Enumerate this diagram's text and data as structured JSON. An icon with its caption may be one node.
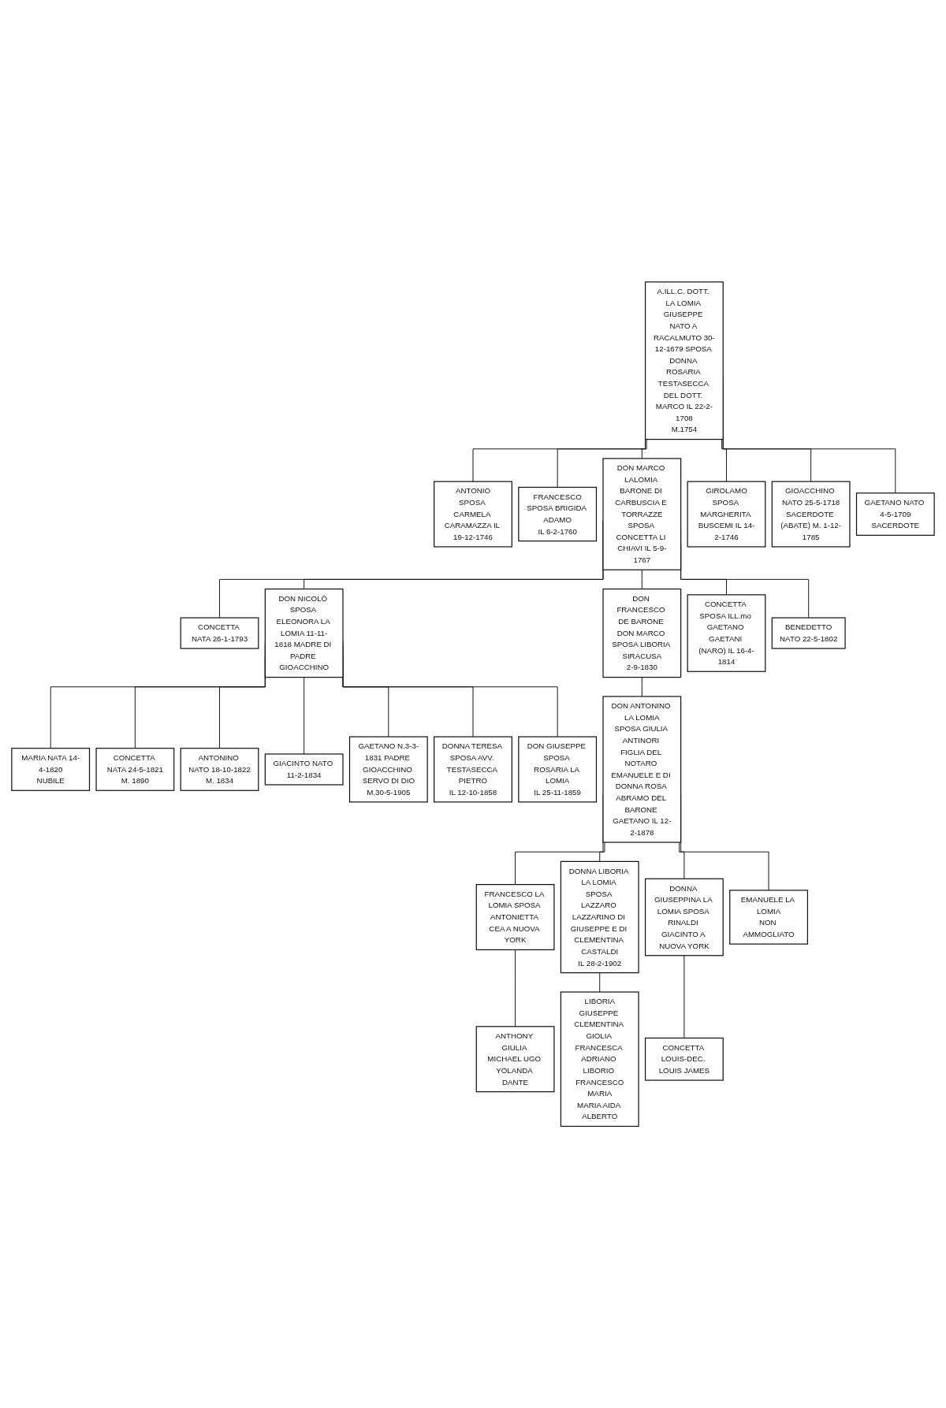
{
  "diagram": {
    "nodes": [
      {
        "text": [
          "A.ILL.C. DOTT. LA LOMIA GIUSEPPE NATO A RACALMUTO 30-12-1679 SPOSA DONNA ROSARIA TESTASECCA DEL DOTT. MARCO IL 22-2-1708",
          "M.1754"
        ]
      },
      {
        "text": [
          "ANTONIO",
          "SPOSA CARMELA CARAMAZZA IL 19-12-1746"
        ]
      },
      {
        "text": [
          "FRANCESCO",
          "SPOSA BRIGIDA ADAMO",
          "IL 6-2-1760"
        ]
      },
      {
        "text": [
          "DON MARCO LALOMIA BARONE DI CARBUSCIA E TORRAZZE",
          "SPOSA CONCETTA LI CHIAVI IL 5-9-1767"
        ]
      },
      {
        "text": [
          "GIROLAMO",
          "SPOSA MARGHERITA BUSCEMI IL 14-2-1746"
        ]
      },
      {
        "text": [
          "GIOACCHINO NATO 25-5-1718",
          "SACERDOTE (ABATE) M. 1-12-1785"
        ]
      },
      {
        "text": [
          "GAETANO NATO 4-5-1709",
          "SACERDOTE"
        ]
      },
      {
        "text": [
          "CONCETTA NATA 26-1-1793"
        ]
      },
      {
        "text": [
          "DON NICOLÒ SPOSA ELEONORA LA LOMIA 11-11-1818 MADRE DI PADRE GIOACCHINO"
        ]
      },
      {
        "text": [
          "DON FRANCESCO DE BARONE DON MARCO SPOSA LIBORIA SIRACUSA",
          "2-9-1830"
        ]
      },
      {
        "text": [
          "CONCETTA SPOSA ILL.mo GAETANO GAETANI (NARO) IL 16-4-1814"
        ]
      },
      {
        "text": [
          "BENEDETTO",
          "NATO 22-5-1802"
        ]
      },
      {
        "text": [
          "MARIA NATA 14-4-1820",
          "NUBILE"
        ]
      },
      {
        "text": [
          "CONCETTA NATA 24-5-1821",
          "M. 1890"
        ]
      },
      {
        "text": [
          "ANTONINO NATO 18-10-1822",
          "M. 1834"
        ]
      },
      {
        "text": [
          "GIACINTO NATO 11-2-1834"
        ]
      },
      {
        "text": [
          "GAETANO N.3-3-1831 PADRE GIOACCHINO SERVO DI DIO",
          "M.30-5-1905"
        ]
      },
      {
        "text": [
          "DONNA TERESA SPOSA AVV. TESTASECCA PIETRO",
          "IL 12-10-1858"
        ]
      },
      {
        "text": [
          "DON GIUSEPPE SPOSA ROSARIA LA LOMIA",
          "IL 25-11-1859"
        ]
      },
      {
        "text": [
          "DON ANTONINO LA LOMIA",
          "SPOSA GIULIA ANTINORI FIGLIA DEL NOTARO EMANUELE E DI DONNA ROSA ABRAMO DEL BARONE GAETANO IL 12-2-1878"
        ]
      },
      {
        "text": [
          "FRANCESCO LA LOMIA SPOSA ANTONIETTA CEA A NUOVA YORK"
        ]
      },
      {
        "text": [
          "DONNA LIBORIA LA LOMIA SPOSA LAZZARO LAZZARINO DI GIUSEPPE E DI CLEMENTINA CASTALDI",
          "IL 28-2-1902"
        ]
      },
      {
        "text": [
          "DONNA GIUSEPPINA LA LOMIA SPOSA RINALDI GIACINTO A NUOVA YORK"
        ]
      },
      {
        "text": [
          "EMANUELE LA LOMIA",
          "NON AMMOGLIATO"
        ]
      },
      {
        "text": [
          "ANTHONY GIULIA MICHAEL UGO YOLANDA DANTE"
        ]
      },
      {
        "text": [
          "LIBORIA",
          "GIUSEPPE CLEMENTINA GIOLIA FRANCESCA ADRIANO LIBORIO FRANCESCO",
          "MARIA",
          "MARIA AIDA ALBERTO"
        ]
      },
      {
        "text": [
          "CONCETTA LOUIS-DEC. LOUIS JAMES"
        ]
      }
    ],
    "edges": [
      {
        "from": 0,
        "to": 1,
        "arrow": "none"
      },
      {
        "from": 0,
        "to": 2,
        "arrow": "none"
      },
      {
        "from": 0,
        "to": 3,
        "arrow": "none"
      },
      {
        "from": 0,
        "to": 4,
        "arrow": "none"
      },
      {
        "from": 0,
        "to": 5,
        "arrow": "none"
      },
      {
        "from": 0,
        "to": 6,
        "arrow": "none"
      },
      {
        "from": 3,
        "to": 7,
        "arrow": "none"
      },
      {
        "from": 3,
        "to": 8,
        "arrow": "none"
      },
      {
        "from": 3,
        "to": 9,
        "arrow": "none"
      },
      {
        "from": 3,
        "to": 10,
        "arrow": "none"
      },
      {
        "from": 3,
        "to": 11,
        "arrow": "none"
      },
      {
        "from": 8,
        "to": 12,
        "arrow": "none"
      },
      {
        "from": 8,
        "to": 13,
        "arrow": "none"
      },
      {
        "from": 8,
        "to": 14,
        "arrow": "none"
      },
      {
        "from": 8,
        "to": 15,
        "arrow": "none"
      },
      {
        "from": 8,
        "to": 16,
        "arrow": "none"
      },
      {
        "from": 8,
        "to": 17,
        "arrow": "none"
      },
      {
        "from": 8,
        "to": 18,
        "arrow": "none"
      },
      {
        "from": 9,
        "to": 19,
        "arrow": "none"
      },
      {
        "from": 19,
        "to": 20,
        "arrow": "none"
      },
      {
        "from": 19,
        "to": 21,
        "arrow": "none"
      },
      {
        "from": 19,
        "to": 22,
        "arrow": "none"
      },
      {
        "from": 19,
        "to": 23,
        "arrow": "none"
      },
      {
        "from": 20,
        "to": 24,
        "arrow": "none"
      },
      {
        "from": 21,
        "to": 25,
        "arrow": "none"
      },
      {
        "from": 22,
        "to": 26,
        "arrow": "none"
      }
    ]
  }
}
